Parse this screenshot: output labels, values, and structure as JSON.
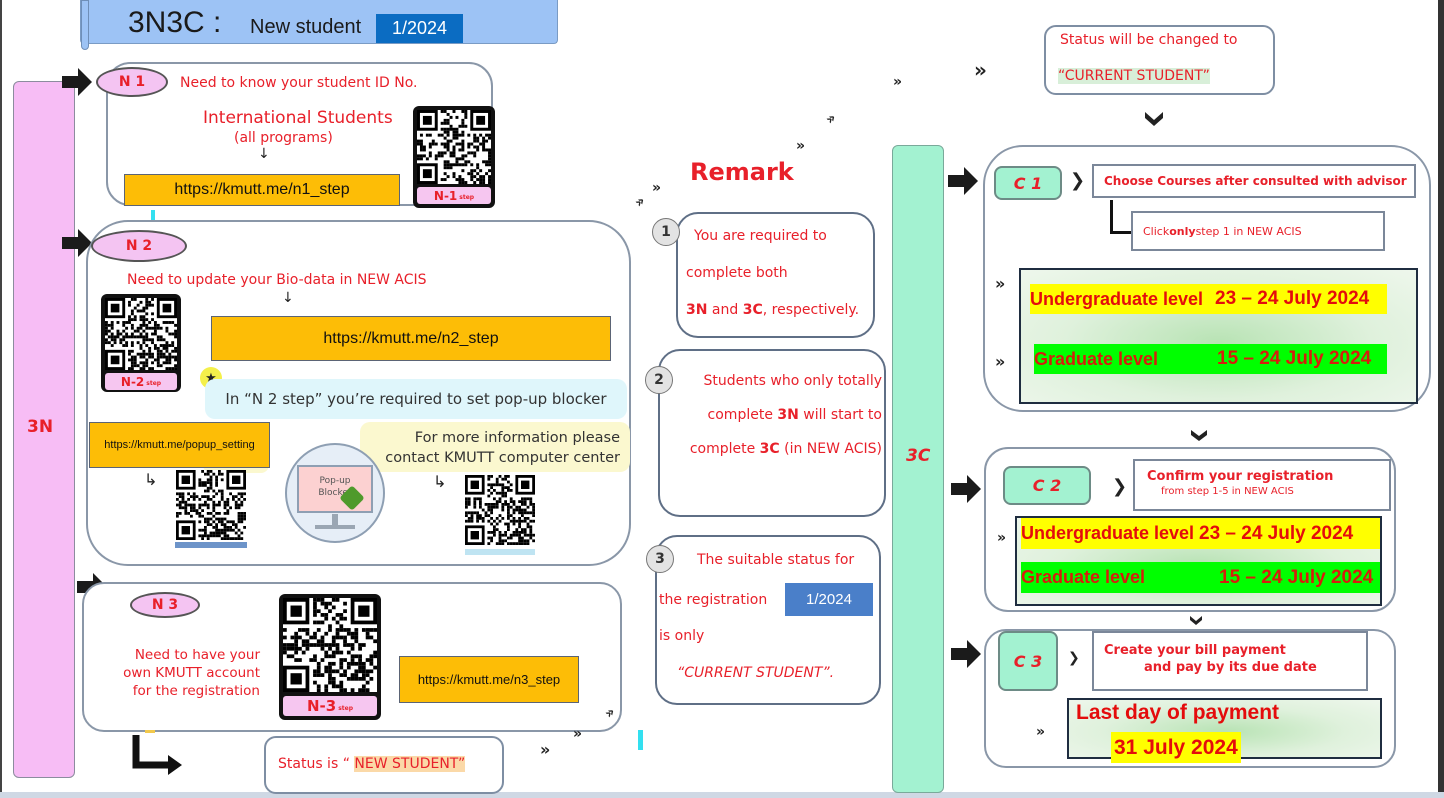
{
  "header": {
    "title": "3N3C :",
    "subtitle": "New student",
    "term": "1/2024"
  },
  "sidebars": {
    "left_label": "3N",
    "right_label": "3C"
  },
  "steps_3n": [
    {
      "id": "N 1",
      "description": "Need to know your student ID No.",
      "audience": "International Students",
      "audience_note": "(all programs)",
      "down_arrow": "↓",
      "url": "https://kmutt.me/n1_step",
      "qr_tag": "N-1",
      "qr_tag_suffix": "step",
      "icon": "qr-code-icon"
    },
    {
      "id": "N 2",
      "description": "Need to update your Bio-data in NEW ACIS",
      "down_arrow": "↓",
      "url": "https://kmutt.me/n2_step",
      "qr_tag": "N-2",
      "qr_tag_suffix": "step",
      "star": "★",
      "popup_note": "In “N 2 step” you’re required to set pop-up blocker",
      "popup_url": "https://kmutt.me/popup_setting",
      "popup_monitor_label_line1": "Pop-up",
      "popup_monitor_label_line2": "Blocker",
      "contact_line1": "For more information please",
      "contact_line2": "contact KMUTT computer center",
      "icon": "qr-code-icon"
    },
    {
      "id": "N 3",
      "description_line1": "Need to have your",
      "description_line2": "own KMUTT account",
      "description_line3": "for the registration",
      "url": "https://kmutt.me/n3_step",
      "qr_tag": "N-3",
      "qr_tag_suffix": "step",
      "icon": "qr-code-icon"
    }
  ],
  "status_new": {
    "prefix": "Status is “ ",
    "value": "NEW STUDENT”"
  },
  "remark": {
    "title": "Remark",
    "items": [
      {
        "number": "1",
        "line1": "You are required to",
        "line2": "complete both",
        "line3_bold1": "3N",
        "line3_mid": " and ",
        "line3_bold2": "3C",
        "line3_end": ", respectively."
      },
      {
        "number": "2",
        "line1": "Students who only totally",
        "line2_start": "complete ",
        "line2_bold": "3N",
        "line2_end": " will start to",
        "line3_start": "complete ",
        "line3_bold": "3C",
        "line3_end": " (in NEW ACIS)"
      },
      {
        "number": "3",
        "line1": "The suitable status for",
        "line2": "the  registration",
        "term": "1/2024",
        "line3": "is only",
        "line4": "“CURRENT   STUDENT”."
      }
    ]
  },
  "status_current": {
    "line1": "Status will be changed to",
    "line2": "“CURRENT STUDENT”"
  },
  "steps_3c": [
    {
      "id": "C 1",
      "title": "Choose Courses after consulted with advisor",
      "sub_start": "Click ",
      "sub_bold": "only",
      "sub_end": " step 1 in NEW  ACIS",
      "schedule": [
        {
          "level": "Undergraduate level",
          "dates": "23 – 24 July 2024",
          "highlight": "#ffff00"
        },
        {
          "level": "Graduate level",
          "dates": "15 – 24 July 2024",
          "highlight": "#00ff00"
        }
      ]
    },
    {
      "id": "C 2",
      "title": "Confirm your registration",
      "subtitle": "from step 1-5 in NEW ACIS",
      "schedule": [
        {
          "level": "Undergraduate level",
          "dates": "23 – 24 July 2024",
          "highlight": "#ffff00"
        },
        {
          "level": "Graduate level",
          "dates": "15 – 24 July 2024",
          "highlight": "#00ff00"
        }
      ]
    },
    {
      "id": "C 3",
      "title_line1": "Create your bill payment",
      "title_line2": "and pay by its due date",
      "deadline_label": "Last day of payment",
      "deadline_date": "31 July 2024"
    }
  ],
  "glyphs": {
    "double_chevron": "»",
    "chevron_right": "❯",
    "chevron_down": "⌄"
  },
  "colors": {
    "accent_red": "#e8202a",
    "pink_3n": "#f7bdf5",
    "mint_3c": "#a3f2d1",
    "url_amber": "#fdbd06",
    "term_blue": "#0b6cc2"
  }
}
